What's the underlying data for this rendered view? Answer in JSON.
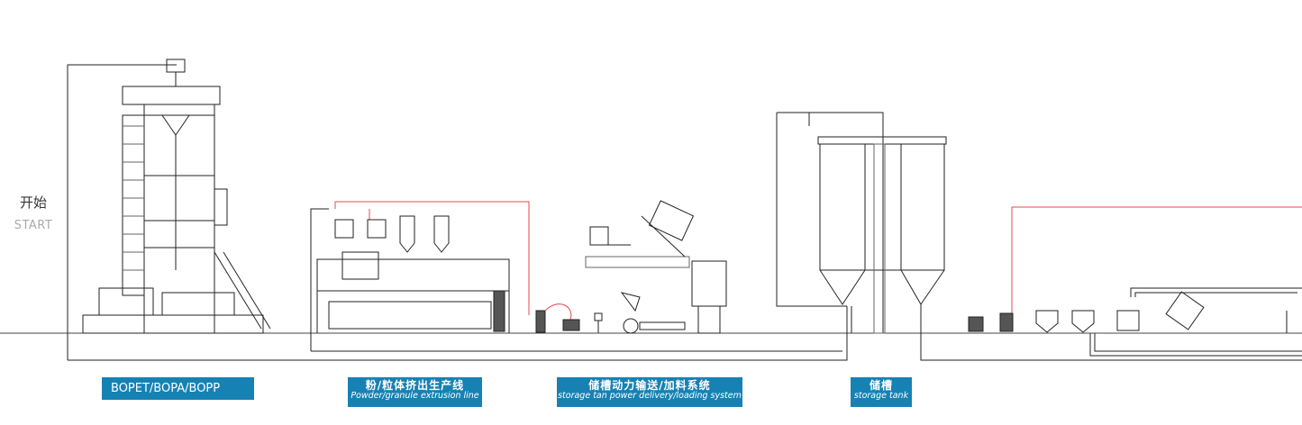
{
  "start": {
    "zh": "开始",
    "en": "START"
  },
  "stages": [
    {
      "en": "BOPET/BOPA/BOPP"
    },
    {
      "zh": "粉/粒体挤出生产线",
      "en": "Powder/granule extrusion line"
    },
    {
      "zh": "储槽动力输送/加料系统",
      "en": "storage tan power delivery/loading system"
    },
    {
      "zh": "储槽",
      "en": "storage tank"
    }
  ],
  "colors": {
    "label_bg": "#1682b4",
    "line": "#222222",
    "signal_line": "#e8474f"
  }
}
